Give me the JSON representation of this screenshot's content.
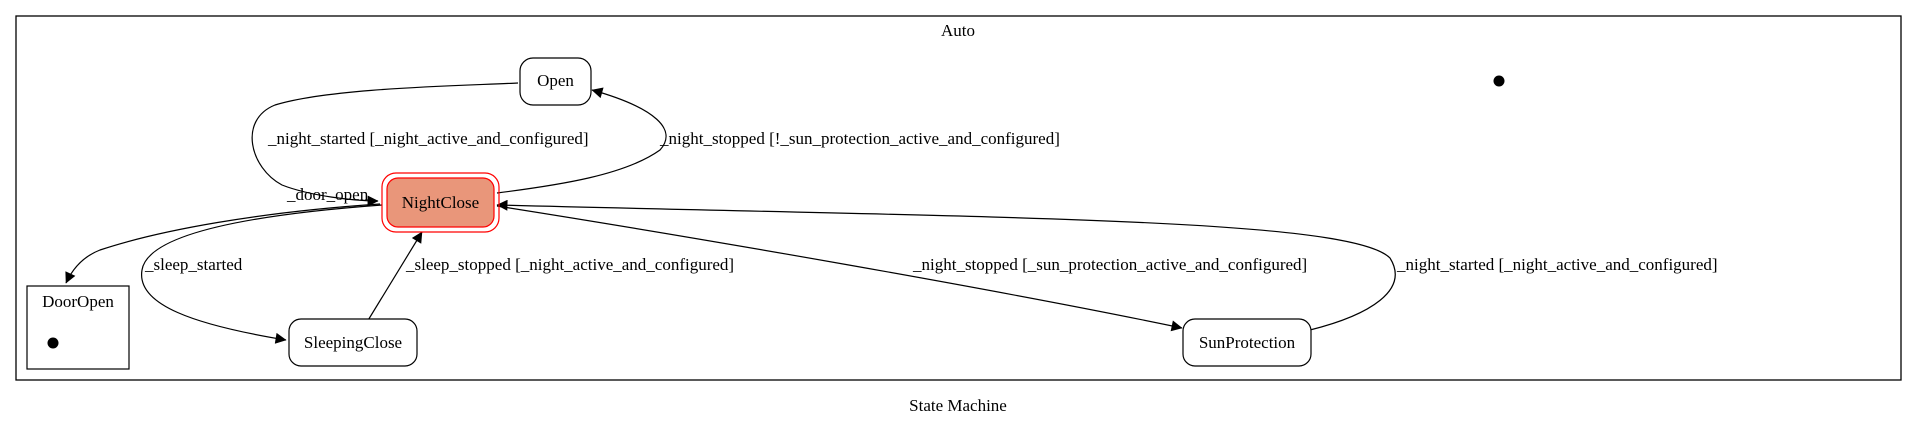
{
  "diagram": {
    "caption": "State Machine",
    "cluster_title": "Auto",
    "states": {
      "open": "Open",
      "night_close": "NightClose",
      "sleeping_close": "SleepingClose",
      "sun_protection": "SunProtection",
      "door_open": "DoorOpen"
    },
    "transitions": {
      "open_to_night": "_night_started [_night_active_and_configured]",
      "night_to_open": "_night_stopped [!_sun_protection_active_and_configured]",
      "night_to_door": "_door_open",
      "night_to_sleep": "_sleep_started",
      "sleep_to_night": "_sleep_stopped [_night_active_and_configured]",
      "night_to_sun": "_night_stopped [_sun_protection_active_and_configured]",
      "sun_to_night": "_night_started [_night_active_and_configured]"
    },
    "colors": {
      "active_fill": "#E9967A",
      "active_border": "#FF0000",
      "line": "#000000"
    }
  }
}
